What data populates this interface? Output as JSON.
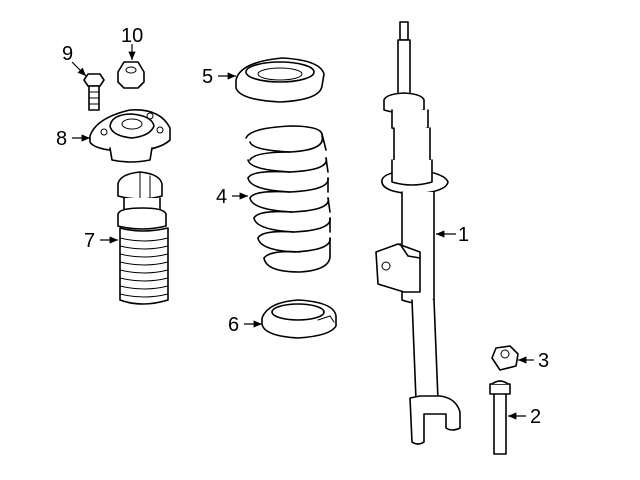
{
  "callouts": [
    {
      "id": 1,
      "label": "1",
      "part": "strut-assembly"
    },
    {
      "id": 2,
      "label": "2",
      "part": "bolt"
    },
    {
      "id": 3,
      "label": "3",
      "part": "nut"
    },
    {
      "id": 4,
      "label": "4",
      "part": "coil-spring"
    },
    {
      "id": 5,
      "label": "5",
      "part": "upper-spring-seat"
    },
    {
      "id": 6,
      "label": "6",
      "part": "lower-spring-seat"
    },
    {
      "id": 7,
      "label": "7",
      "part": "dust-boot"
    },
    {
      "id": 8,
      "label": "8",
      "part": "strut-mount"
    },
    {
      "id": 9,
      "label": "9",
      "part": "mount-bolt"
    },
    {
      "id": 10,
      "label": "10",
      "part": "mount-nut"
    }
  ]
}
